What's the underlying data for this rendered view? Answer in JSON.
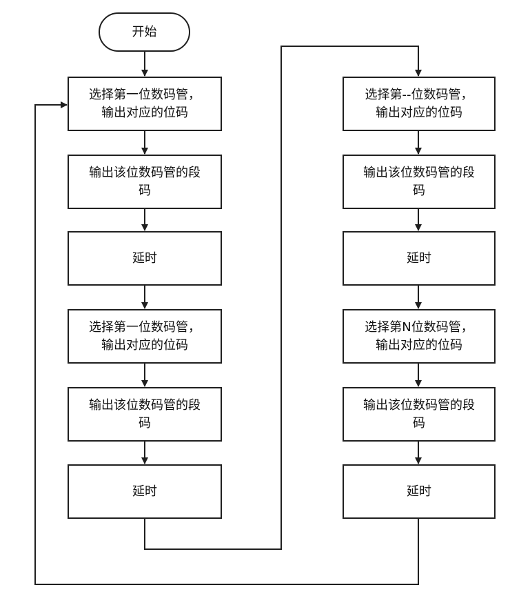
{
  "start": {
    "label": "开始"
  },
  "left_column": [
    {
      "label": "选择第一位数码管，\n输出对应的位码"
    },
    {
      "label": "输出该位数码管的段\n码"
    },
    {
      "label": "延时"
    },
    {
      "label": "选择第一位数码管，\n输出对应的位码"
    },
    {
      "label": "输出该位数码管的段\n码"
    },
    {
      "label": "延时"
    }
  ],
  "right_column": [
    {
      "label": "选择第--位数码管，\n输出对应的位码"
    },
    {
      "label": "输出该位数码管的段\n码"
    },
    {
      "label": "延时"
    },
    {
      "label": "选择第N位数码管，\n输出对应的位码"
    },
    {
      "label": "输出该位数码管的段\n码"
    },
    {
      "label": "延时"
    }
  ]
}
